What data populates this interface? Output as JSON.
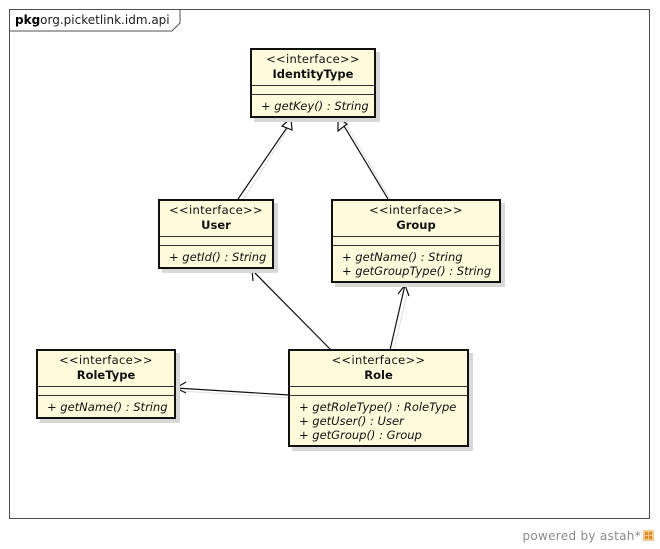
{
  "package": {
    "keyword": "pkg",
    "name": "org.picketlink.idm.api"
  },
  "classes": {
    "identitytype": {
      "stereotype": "<<interface>>",
      "name": "IdentityType",
      "ops": [
        "+ getKey() : String"
      ]
    },
    "user": {
      "stereotype": "<<interface>>",
      "name": "User",
      "ops": [
        "+ getId() : String"
      ]
    },
    "group": {
      "stereotype": "<<interface>>",
      "name": "Group",
      "ops": [
        "+ getName() : String",
        "+ getGroupType() : String"
      ]
    },
    "roletype": {
      "stereotype": "<<interface>>",
      "name": "RoleType",
      "ops": [
        "+ getName() : String"
      ]
    },
    "role": {
      "stereotype": "<<interface>>",
      "name": "Role",
      "ops": [
        "+ getRoleType() : RoleType",
        "+ getUser() : User",
        "+ getGroup() : Group"
      ]
    }
  },
  "footer": {
    "text": "powered by astah*"
  },
  "colors": {
    "class_fill": "#fdfbdc",
    "border": "#111111",
    "shadow": "#d8d8d8"
  }
}
